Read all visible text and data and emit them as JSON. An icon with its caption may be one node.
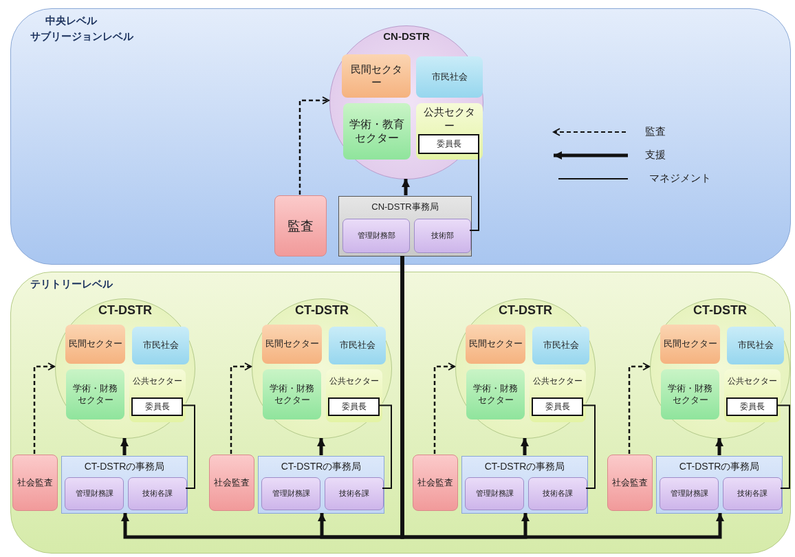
{
  "diagram": {
    "nodes": [
      {
        "text": [
          "中央レベル",
          "サブリージョンレベル"
        ]
      },
      {
        "text": [
          "CN-DSTR"
        ],
        "in": 0
      },
      {
        "text": [
          "民間セクター"
        ],
        "in": 1
      },
      {
        "text": [
          "市民社会"
        ],
        "in": 1
      },
      {
        "text": [
          "学術・教育セクター"
        ],
        "in": 1
      },
      {
        "text": [
          "公共セクター"
        ],
        "in": 1
      },
      {
        "text": [
          "委員長"
        ],
        "in": 5
      },
      {
        "text": [
          "監査"
        ],
        "in": 0
      },
      {
        "text": [
          "CN-DSTR事務局"
        ],
        "in": 0
      },
      {
        "text": [
          "管理財務部"
        ],
        "in": 8
      },
      {
        "text": [
          "技術部"
        ],
        "in": 8
      },
      {
        "text": [
          "テリトリーレベル"
        ]
      },
      {
        "text": [
          "CT-DSTR"
        ],
        "in": 11
      },
      {
        "text": [
          "民間セクター"
        ],
        "in": 12
      },
      {
        "text": [
          "市民社会"
        ],
        "in": 12
      },
      {
        "text": [
          "学術・財務セクター"
        ],
        "in": 12
      },
      {
        "text": [
          "公共セクター"
        ],
        "in": 12
      },
      {
        "text": [
          "委員長"
        ],
        "in": 16
      },
      {
        "text": [
          "社会監査"
        ],
        "in": 11
      },
      {
        "text": [
          "CT-DSTRの事務局"
        ],
        "in": 11
      },
      {
        "text": [
          "管理財務課"
        ],
        "in": 19
      },
      {
        "text": [
          "技術各課"
        ],
        "in": 19
      },
      {
        "text": [
          "CT-DSTR"
        ],
        "in": 11
      },
      {
        "text": [
          "民間セクター"
        ],
        "in": 22
      },
      {
        "text": [
          "市民社会"
        ],
        "in": 22
      },
      {
        "text": [
          "学術・財務セクター"
        ],
        "in": 22
      },
      {
        "text": [
          "公共セクター"
        ],
        "in": 22
      },
      {
        "text": [
          "委員長"
        ],
        "in": 26
      },
      {
        "text": [
          "社会監査"
        ],
        "in": 11
      },
      {
        "text": [
          "CT-DSTRの事務局"
        ],
        "in": 11
      },
      {
        "text": [
          "管理財務課"
        ],
        "in": 29
      },
      {
        "text": [
          "技術各課"
        ],
        "in": 29
      },
      {
        "text": [
          "CT-DSTR"
        ],
        "in": 11
      },
      {
        "text": [
          "民間セクター"
        ],
        "in": 32
      },
      {
        "text": [
          "市民社会"
        ],
        "in": 32
      },
      {
        "text": [
          "学術・財務セクター"
        ],
        "in": 32
      },
      {
        "text": [
          "公共セクター"
        ],
        "in": 32
      },
      {
        "text": [
          "委員長"
        ],
        "in": 36
      },
      {
        "text": [
          "社会監査"
        ],
        "in": 11
      },
      {
        "text": [
          "CT-DSTRの事務局"
        ],
        "in": 11
      },
      {
        "text": [
          "管理財務課"
        ],
        "in": 39
      },
      {
        "text": [
          "技術各課"
        ],
        "in": 39
      },
      {
        "text": [
          "CT-DSTR"
        ],
        "in": 11
      },
      {
        "text": [
          "民間セクター"
        ],
        "in": 42
      },
      {
        "text": [
          "市民社会"
        ],
        "in": 42
      },
      {
        "text": [
          "学術・財務セクター"
        ],
        "in": 42
      },
      {
        "text": [
          "公共セクター"
        ],
        "in": 42
      },
      {
        "text": [
          "委員長"
        ],
        "in": 46
      },
      {
        "text": [
          "社会監査"
        ],
        "in": 11
      },
      {
        "text": [
          "CT-DSTRの事務局"
        ],
        "in": 11
      },
      {
        "text": [
          "管理財務課"
        ],
        "in": 49
      },
      {
        "text": [
          "技術各課"
        ],
        "in": 49
      }
    ],
    "edges": [
      {
        "from": 7,
        "to": 1,
        "arrow": "to",
        "style": "dashed"
      },
      {
        "from": 8,
        "to": 1,
        "arrow": "to",
        "style": "thick"
      },
      {
        "from": 6,
        "to": 10,
        "arrow": "none"
      },
      {
        "from": 8,
        "to": 19,
        "arrow": "to",
        "style": "thick"
      },
      {
        "from": 8,
        "to": 29,
        "arrow": "to",
        "style": "thick"
      },
      {
        "from": 8,
        "to": 39,
        "arrow": "to",
        "style": "thick"
      },
      {
        "from": 8,
        "to": 49,
        "arrow": "to",
        "style": "thick"
      },
      {
        "from": 18,
        "to": 12,
        "arrow": "to",
        "style": "dashed"
      },
      {
        "from": 19,
        "to": 12,
        "arrow": "to",
        "style": "thick"
      },
      {
        "from": 17,
        "to": 21,
        "arrow": "none"
      },
      {
        "from": 28,
        "to": 22,
        "arrow": "to",
        "style": "dashed"
      },
      {
        "from": 29,
        "to": 22,
        "arrow": "to",
        "style": "thick"
      },
      {
        "from": 27,
        "to": 31,
        "arrow": "none"
      },
      {
        "from": 38,
        "to": 32,
        "arrow": "to",
        "style": "dashed"
      },
      {
        "from": 39,
        "to": 32,
        "arrow": "to",
        "style": "thick"
      },
      {
        "from": 37,
        "to": 41,
        "arrow": "none"
      },
      {
        "from": 48,
        "to": 42,
        "arrow": "to",
        "style": "dashed"
      },
      {
        "from": 49,
        "to": 42,
        "arrow": "to",
        "style": "thick"
      },
      {
        "from": 47,
        "to": 51,
        "arrow": "none"
      }
    ],
    "legend": [
      {
        "text": "監査"
      },
      {
        "text": "支援"
      },
      {
        "text": "マネジメント"
      }
    ]
  }
}
